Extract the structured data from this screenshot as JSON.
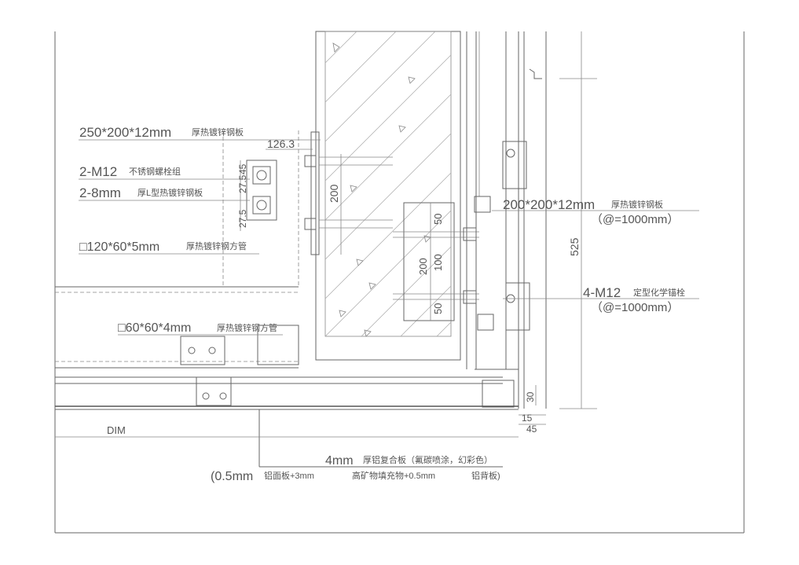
{
  "labels": {
    "plate_top": "250*200*12mm",
    "plate_top_cn": "厚热镀锌钢板",
    "bolts": "2-M12",
    "bolts_cn": "不锈钢螺栓组",
    "angle": "2-8mm",
    "angle_cn": "厚L型热镀锌钢板",
    "tube_main": "□120*60*5mm",
    "tube_main_cn": "厚热镀锌钢方管",
    "tube_small": "□60*60*4mm",
    "tube_small_cn": "厚热镀锌钢方管",
    "plate_right": "200*200*12mm",
    "plate_right_cn": "厚热镀锌钢板",
    "spacing_right": "（@=1000mm）",
    "anchors": "4-M12",
    "anchors_cn": "定型化学锚栓",
    "spacing_anchor": "（@=1000mm）",
    "panel_line1_a": "4mm",
    "panel_line1_cn": "厚铝复合板（氟碳喷涂，幻彩色）",
    "panel_line2_a": "(0.5mm",
    "panel_line2_b": "铝面板+3mm",
    "panel_line2_c": "高矿物填充物+0.5mm",
    "panel_line2_d": "铝背板)",
    "dim_label": "DIM"
  },
  "dimensions": {
    "d126": "126.3",
    "d27a": "27.5",
    "d45": "45",
    "d27b": "27.5",
    "d200a": "200",
    "d50a": "50",
    "d200b": "200",
    "d100": "100",
    "d50b": "50",
    "d525": "525",
    "d30": "30",
    "d15": "15",
    "d45b": "45"
  }
}
